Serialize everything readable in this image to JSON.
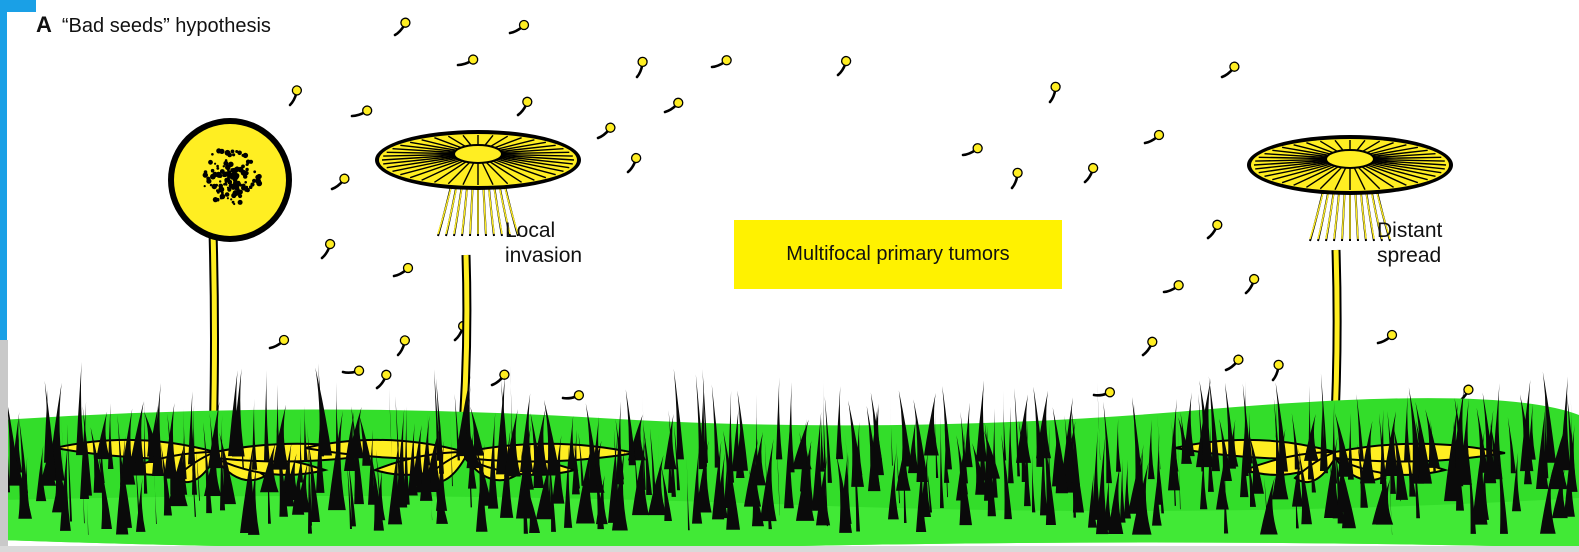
{
  "panel": {
    "letter": "A",
    "title": "“Bad seeds” hypothesis"
  },
  "labels": {
    "local_invasion": [
      "Local",
      "invasion"
    ],
    "multifocal": "Multifocal primary tumors",
    "distant_spread": [
      "Distant",
      "spread"
    ]
  },
  "colors": {
    "grass_light": "#33dd2a",
    "grass_dark": "#0a0a0a",
    "flower_yellow": "#ffee22",
    "highlight_box": "#fff200",
    "edge_accent": "#1aa0e6"
  }
}
